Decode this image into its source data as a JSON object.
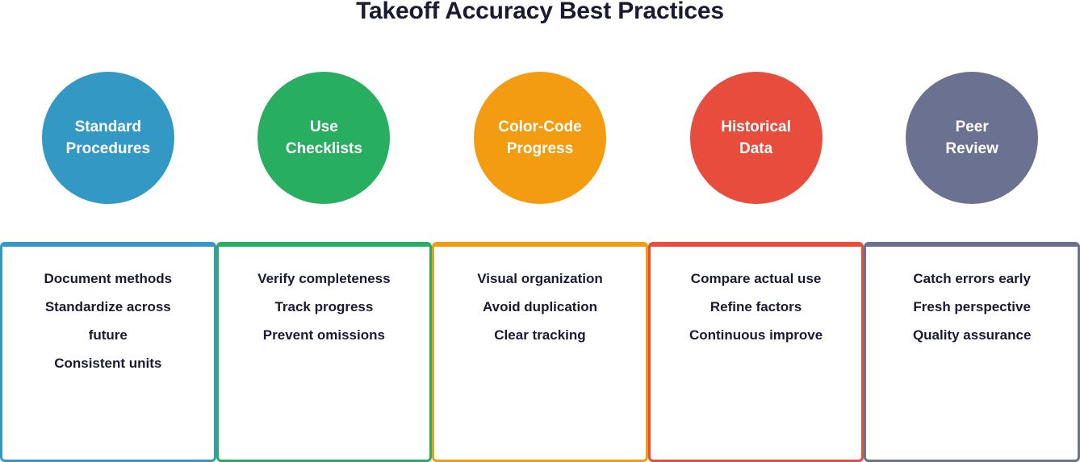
{
  "header": {
    "title": "Takeoff Accuracy Best Practices"
  },
  "colors": {
    "blue": "#3498c5",
    "green": "#27ae60",
    "orange": "#f39c12",
    "red": "#e74c3c",
    "slate": "#6b7190",
    "text_dark": "#1a1a33",
    "circle_text": "#ffffff",
    "card_background": "#ffffff"
  },
  "practices": [
    {
      "id": "standard-procedures",
      "circle_label": "Standard\nProcedures",
      "circle_label_line1": "Standard",
      "circle_label_line2": "Procedures",
      "color": "#3498c5",
      "details": [
        "Document methods",
        "Standardize across",
        "future",
        "Consistent units"
      ]
    },
    {
      "id": "use-checklists",
      "circle_label": "Use\nChecklists",
      "circle_label_line1": "Use",
      "circle_label_line2": "Checklists",
      "color": "#27ae60",
      "details": [
        "Verify completeness",
        "Track progress",
        "Prevent omissions"
      ]
    },
    {
      "id": "color-code-progress",
      "circle_label": "Color-Code\nProgress",
      "circle_label_line1": "Color-Code",
      "circle_label_line2": "Progress",
      "color": "#f39c12",
      "details": [
        "Visual organization",
        "Avoid duplication",
        "Clear tracking"
      ]
    },
    {
      "id": "historical-data",
      "circle_label": "Historical\nData",
      "circle_label_line1": "Historical",
      "circle_label_line2": "Data",
      "color": "#e74c3c",
      "details": [
        "Compare actual use",
        "Refine factors",
        "Continuous improve"
      ]
    },
    {
      "id": "peer-review",
      "circle_label": "Peer\nReview",
      "circle_label_line1": "Peer",
      "circle_label_line2": "Review",
      "color": "#6b7190",
      "details": [
        "Catch errors early",
        "Fresh perspective",
        "Quality assurance"
      ]
    }
  ]
}
